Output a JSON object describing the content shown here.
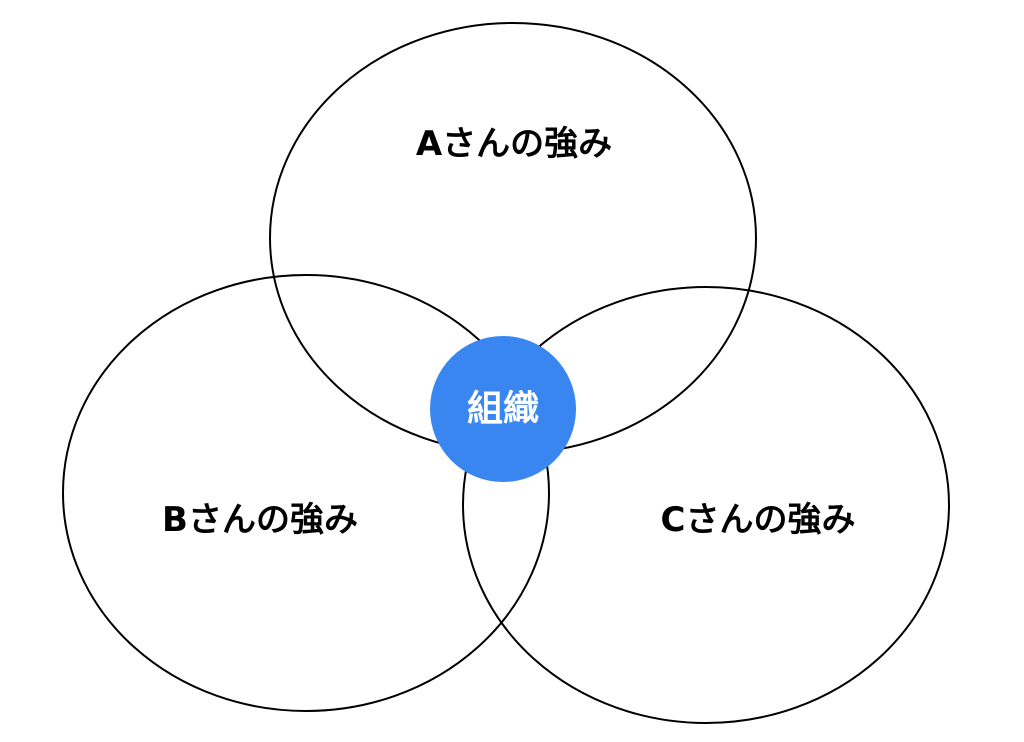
{
  "diagram": {
    "sets": [
      {
        "id": "a",
        "label": "Aさんの強み"
      },
      {
        "id": "b",
        "label": "Bさんの強み"
      },
      {
        "id": "c",
        "label": "Cさんの強み"
      }
    ],
    "center": {
      "label": "組織",
      "color": "#3a86f0"
    },
    "outline_color": "#000000"
  }
}
